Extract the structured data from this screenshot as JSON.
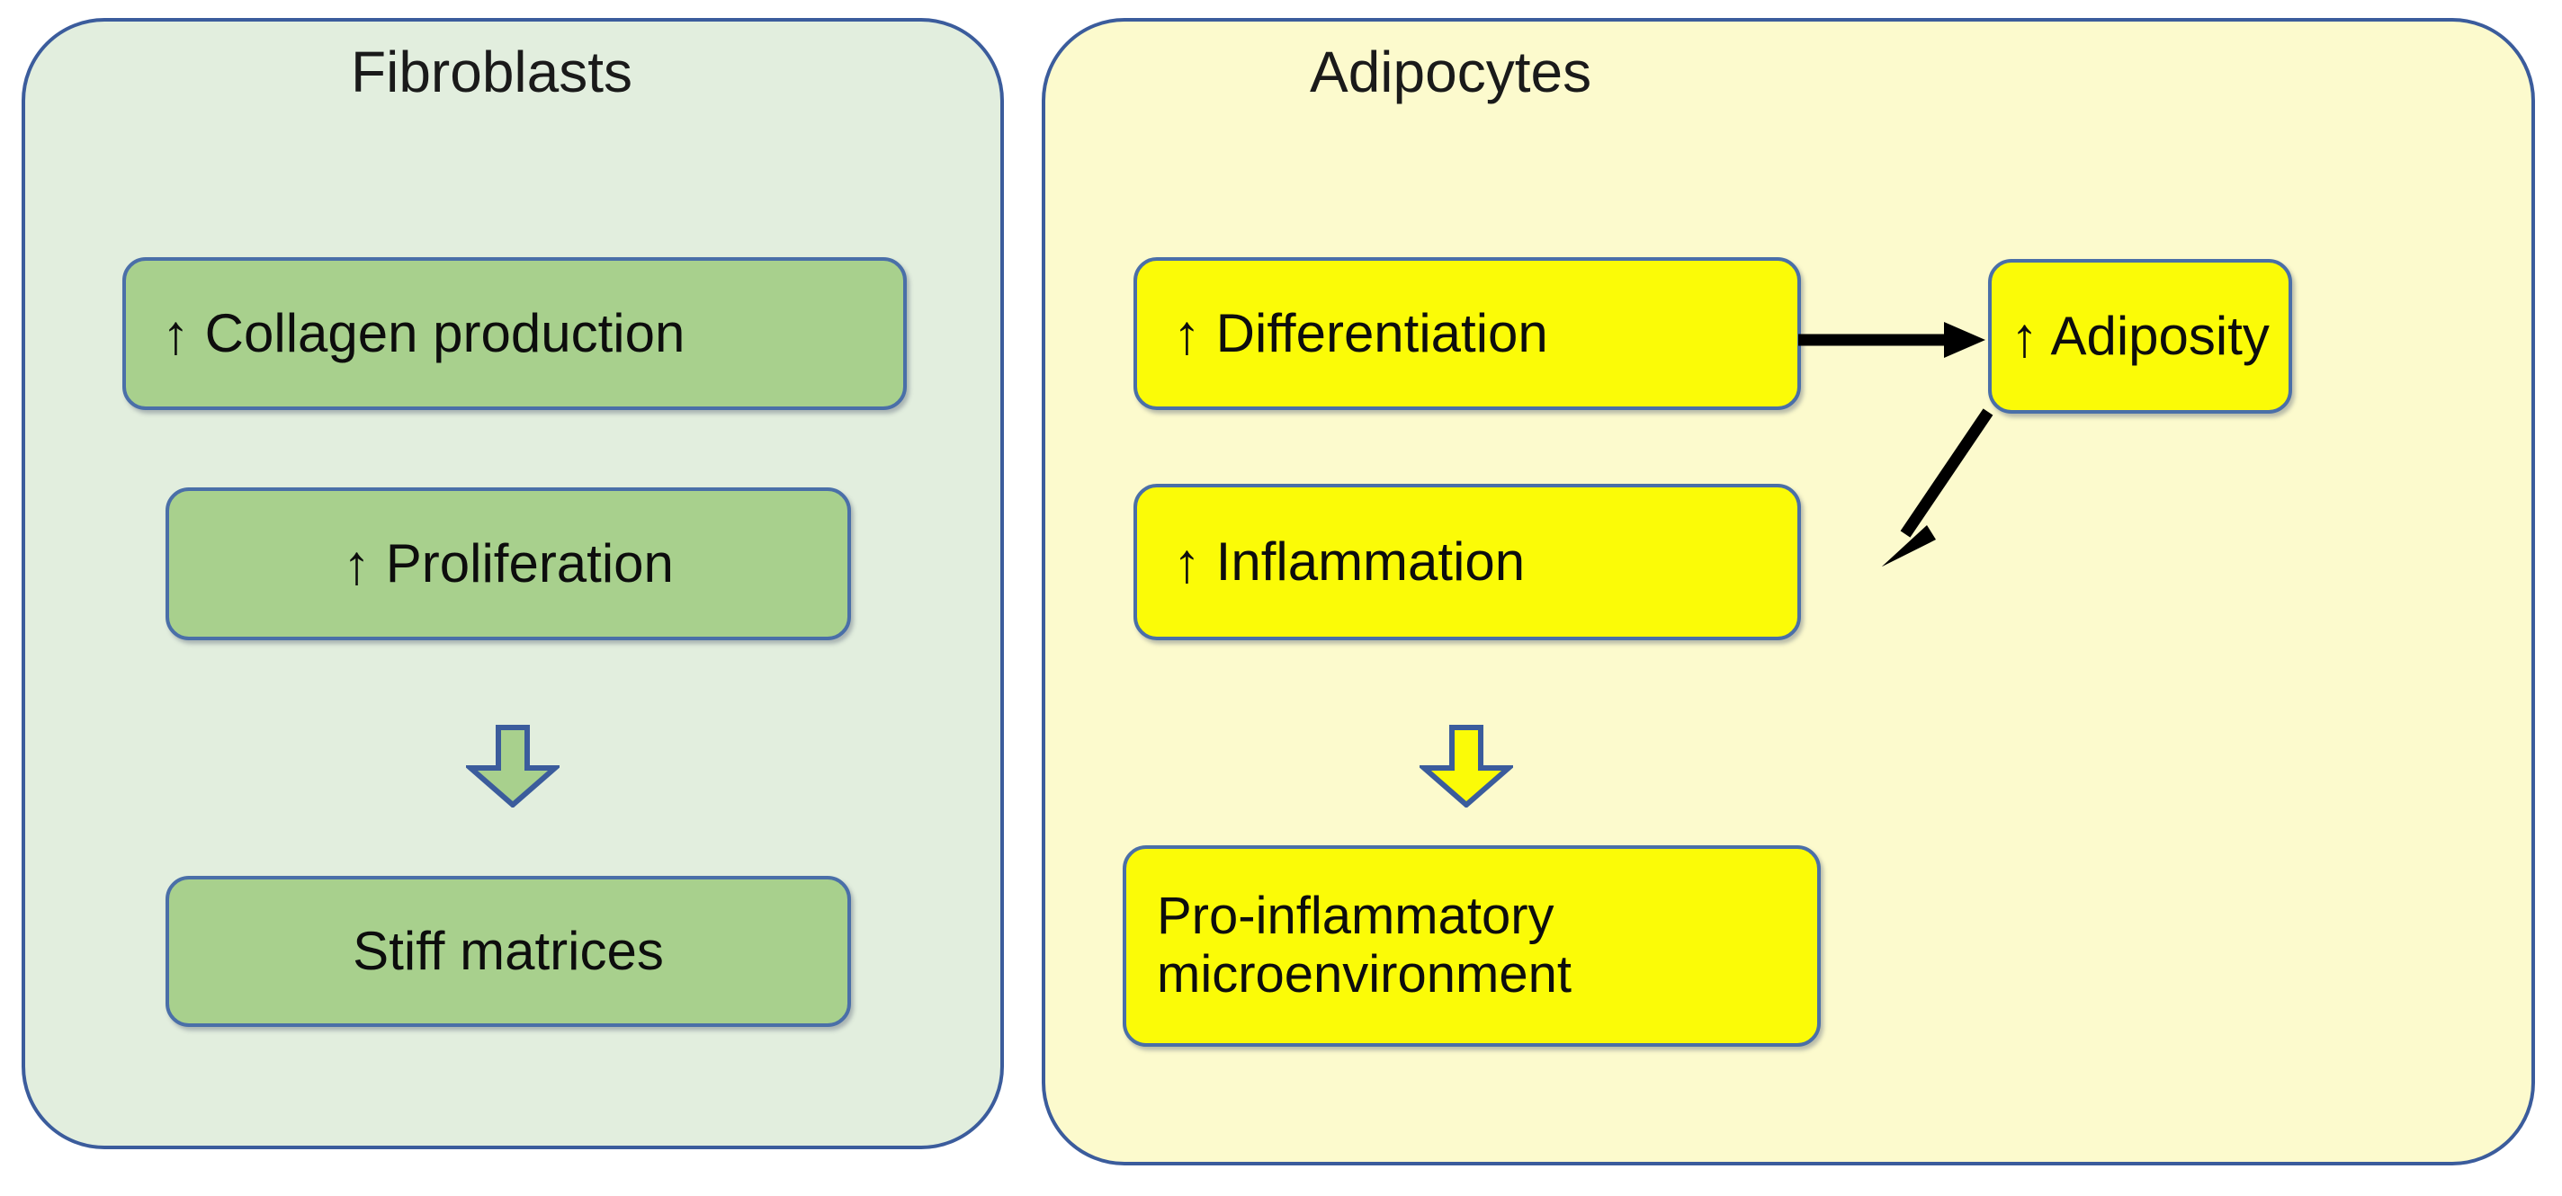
{
  "diagram": {
    "type": "two-panel-flow-diagram",
    "colors": {
      "panel_left_fill": "#e2eede",
      "panel_right_fill": "#fcfacd",
      "panel_border": "#3b5c9c",
      "node_green_fill": "#a8d08d",
      "node_yellow_fill": "#fbfb07",
      "node_border": "#4a6fa8",
      "arrow_black": "#000000",
      "text": "#0d0d0d"
    }
  },
  "panels": [
    {
      "id": "fibroblasts",
      "title": "Fibroblasts",
      "nodes": [
        {
          "id": "collagen",
          "up_arrow": "↑",
          "label": "Collagen production"
        },
        {
          "id": "proliferation",
          "up_arrow": "↑",
          "label": "Proliferation"
        },
        {
          "id": "stiff",
          "up_arrow": "",
          "label": "Stiff matrices"
        }
      ],
      "connectors": [
        {
          "id": "green-block-arrow",
          "kind": "block-arrow-down",
          "from": "proliferation",
          "to": "stiff"
        }
      ]
    },
    {
      "id": "adipocytes",
      "title": "Adipocytes",
      "nodes": [
        {
          "id": "differentiation",
          "up_arrow": "↑",
          "label": "Differentiation"
        },
        {
          "id": "adiposity",
          "up_arrow": "↑",
          "label": "Adiposity"
        },
        {
          "id": "inflammation",
          "up_arrow": "↑",
          "label": "Inflammation"
        },
        {
          "id": "proinflam",
          "up_arrow": "",
          "label": "Pro-inflammatory",
          "label_line2": "microenvironment"
        }
      ],
      "connectors": [
        {
          "id": "arrow-diff-to-adiposity",
          "kind": "line-arrow-right",
          "from": "differentiation",
          "to": "adiposity"
        },
        {
          "id": "arrow-adiposity-to-inflam",
          "kind": "line-arrow-diagonal",
          "from": "adiposity",
          "to": "inflammation"
        },
        {
          "id": "yellow-block-arrow",
          "kind": "block-arrow-down",
          "from": "inflammation",
          "to": "proinflam"
        }
      ]
    }
  ]
}
